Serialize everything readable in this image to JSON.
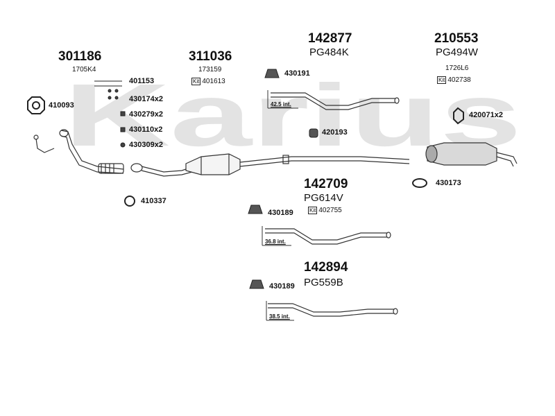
{
  "watermark": "Karius",
  "groups": [
    {
      "number": "301186",
      "code": "1705K4"
    },
    {
      "number": "311036",
      "code": "173159",
      "kit": "401613"
    },
    {
      "number": "142877",
      "code": "PG484K"
    },
    {
      "number": "210553",
      "code": "PG494W",
      "code2": "1726L6",
      "kit": "402738"
    },
    {
      "number": "142709",
      "code": "PG614V",
      "kit": "402755"
    },
    {
      "number": "142894",
      "code": "PG559B"
    }
  ],
  "kit_label": "Kit",
  "parts": {
    "p401153": "401153",
    "p430174": "430174x2",
    "p430279": "430279x2",
    "p430110": "430110x2",
    "p430309": "430309x2",
    "p410093": "410093",
    "p410337": "410337",
    "p430191": "430191",
    "p420193": "420193",
    "p420071": "420071x2",
    "p430173": "430173",
    "p430189a": "430189",
    "p430189b": "430189"
  },
  "dimensions": {
    "d1": "42.5 int.",
    "d2": "36.8 int.",
    "d3": "38.5 int."
  }
}
